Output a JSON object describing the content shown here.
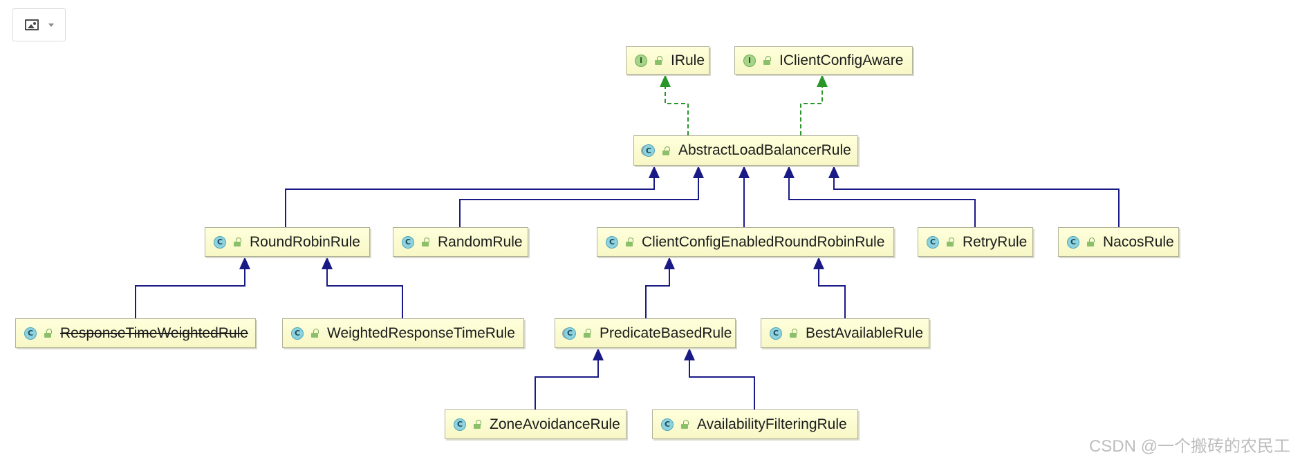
{
  "toolbar": {
    "button_icon": "image-icon",
    "dropdown_icon": "chevron-down-icon"
  },
  "diagram": {
    "nodes": [
      {
        "label": "IRule",
        "icon": "interface-icon",
        "icon_letter": "I",
        "visibility_icon": "public-lock-icon",
        "deprecated": false
      },
      {
        "label": "IClientConfigAware",
        "icon": "interface-icon",
        "icon_letter": "I",
        "visibility_icon": "public-lock-icon",
        "deprecated": false
      },
      {
        "label": "AbstractLoadBalancerRule",
        "icon": "abstract-class-icon",
        "icon_letter": "C",
        "visibility_icon": "public-lock-icon",
        "deprecated": false
      },
      {
        "label": "RoundRobinRule",
        "icon": "class-icon",
        "icon_letter": "C",
        "visibility_icon": "public-lock-icon",
        "deprecated": false
      },
      {
        "label": "RandomRule",
        "icon": "class-icon",
        "icon_letter": "C",
        "visibility_icon": "public-lock-icon",
        "deprecated": false
      },
      {
        "label": "ClientConfigEnabledRoundRobinRule",
        "icon": "class-icon",
        "icon_letter": "C",
        "visibility_icon": "public-lock-icon",
        "deprecated": false
      },
      {
        "label": "RetryRule",
        "icon": "class-icon",
        "icon_letter": "C",
        "visibility_icon": "public-lock-icon",
        "deprecated": false
      },
      {
        "label": "NacosRule",
        "icon": "class-icon",
        "icon_letter": "C",
        "visibility_icon": "public-lock-icon",
        "deprecated": false
      },
      {
        "label": "ResponseTimeWeightedRule",
        "icon": "class-icon",
        "icon_letter": "C",
        "visibility_icon": "public-lock-icon",
        "deprecated": true
      },
      {
        "label": "WeightedResponseTimeRule",
        "icon": "class-icon",
        "icon_letter": "C",
        "visibility_icon": "public-lock-icon",
        "deprecated": false
      },
      {
        "label": "PredicateBasedRule",
        "icon": "abstract-class-icon",
        "icon_letter": "C",
        "visibility_icon": "public-lock-icon",
        "deprecated": false
      },
      {
        "label": "BestAvailableRule",
        "icon": "class-icon",
        "icon_letter": "C",
        "visibility_icon": "public-lock-icon",
        "deprecated": false
      },
      {
        "label": "ZoneAvoidanceRule",
        "icon": "class-icon",
        "icon_letter": "C",
        "visibility_icon": "public-lock-icon",
        "deprecated": false
      },
      {
        "label": "AvailabilityFilteringRule",
        "icon": "class-icon",
        "icon_letter": "C",
        "visibility_icon": "public-lock-icon",
        "deprecated": false
      }
    ],
    "edges": [
      {
        "from": 2,
        "to": 0,
        "dashed": true,
        "color": "#2a962a"
      },
      {
        "from": 2,
        "to": 1,
        "dashed": true,
        "color": "#2a962a"
      },
      {
        "from": 3,
        "to": 2,
        "dashed": false,
        "color": "#1a1a86"
      },
      {
        "from": 4,
        "to": 2,
        "dashed": false,
        "color": "#1a1a86"
      },
      {
        "from": 5,
        "to": 2,
        "dashed": false,
        "color": "#1a1a86"
      },
      {
        "from": 6,
        "to": 2,
        "dashed": false,
        "color": "#1a1a86"
      },
      {
        "from": 7,
        "to": 2,
        "dashed": false,
        "color": "#1a1a86"
      },
      {
        "from": 8,
        "to": 3,
        "dashed": false,
        "color": "#1a1a86"
      },
      {
        "from": 9,
        "to": 3,
        "dashed": false,
        "color": "#1a1a86"
      },
      {
        "from": 10,
        "to": 5,
        "dashed": false,
        "color": "#1a1a86"
      },
      {
        "from": 11,
        "to": 5,
        "dashed": false,
        "color": "#1a1a86"
      },
      {
        "from": 12,
        "to": 10,
        "dashed": false,
        "color": "#1a1a86"
      },
      {
        "from": 13,
        "to": 10,
        "dashed": false,
        "color": "#1a1a86"
      }
    ]
  },
  "watermark": "CSDN @一个搬砖的农民工"
}
